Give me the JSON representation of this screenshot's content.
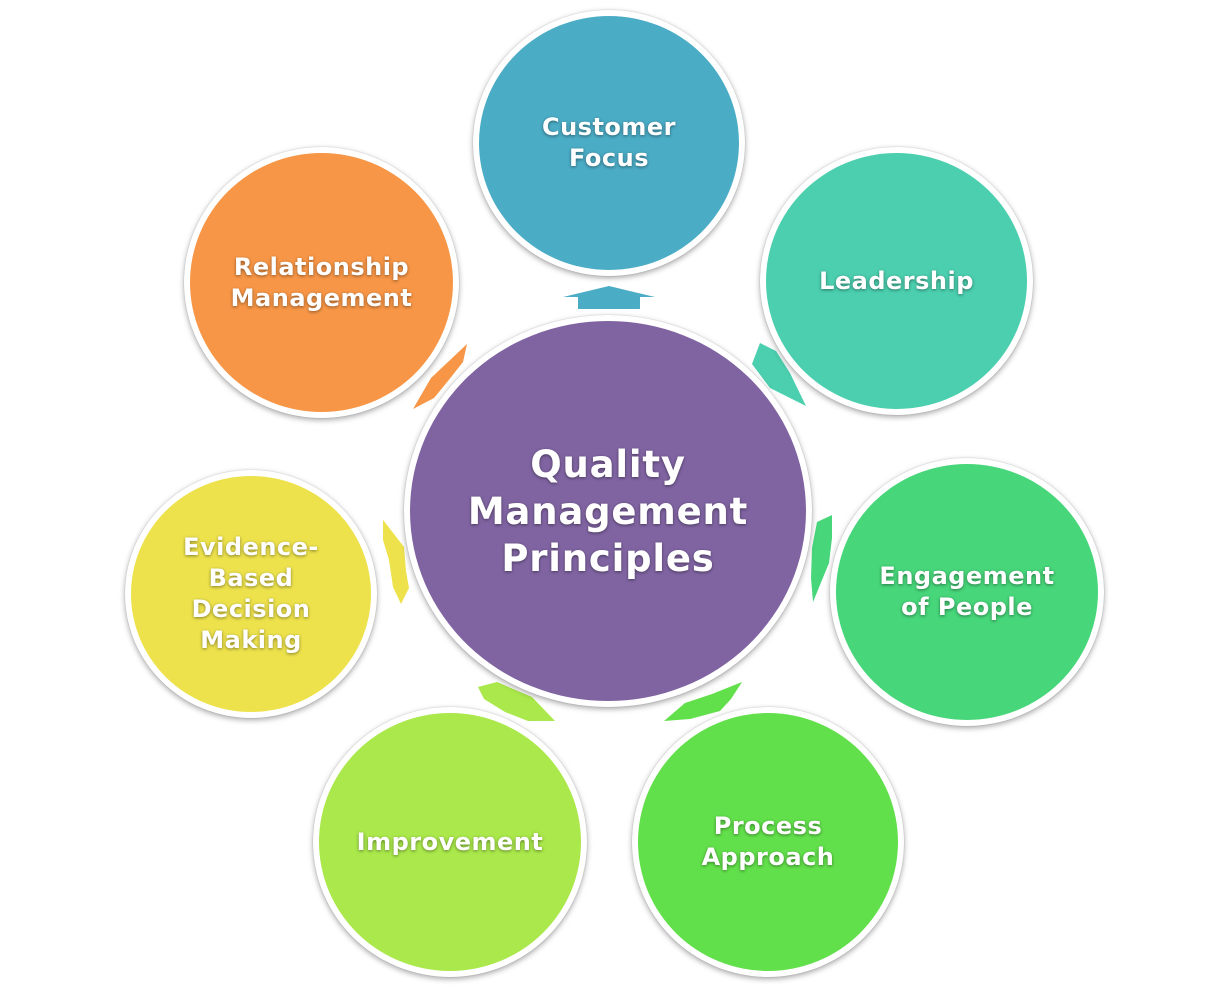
{
  "center": {
    "label": "Quality\nManagement\nPrinciples",
    "color": "#8064A2"
  },
  "principles": [
    {
      "label": "Customer\nFocus",
      "color": "#4BACC6",
      "icon": "up-arrow-icon"
    },
    {
      "label": "Leadership",
      "color": "#4BCFAF",
      "icon": "arrow-icon"
    },
    {
      "label": "Engagement\nof People",
      "color": "#47D67A",
      "icon": "arrow-icon"
    },
    {
      "label": "Process\nApproach",
      "color": "#62E04B",
      "icon": "arrow-icon"
    },
    {
      "label": "Improvement",
      "color": "#AAE84B",
      "icon": "arrow-icon"
    },
    {
      "label": "Evidence-\nBased\nDecision\nMaking",
      "color": "#EDE24C",
      "icon": "arrow-icon"
    },
    {
      "label": "Relationship\nManagement",
      "color": "#F79646",
      "icon": "arrow-icon"
    }
  ]
}
